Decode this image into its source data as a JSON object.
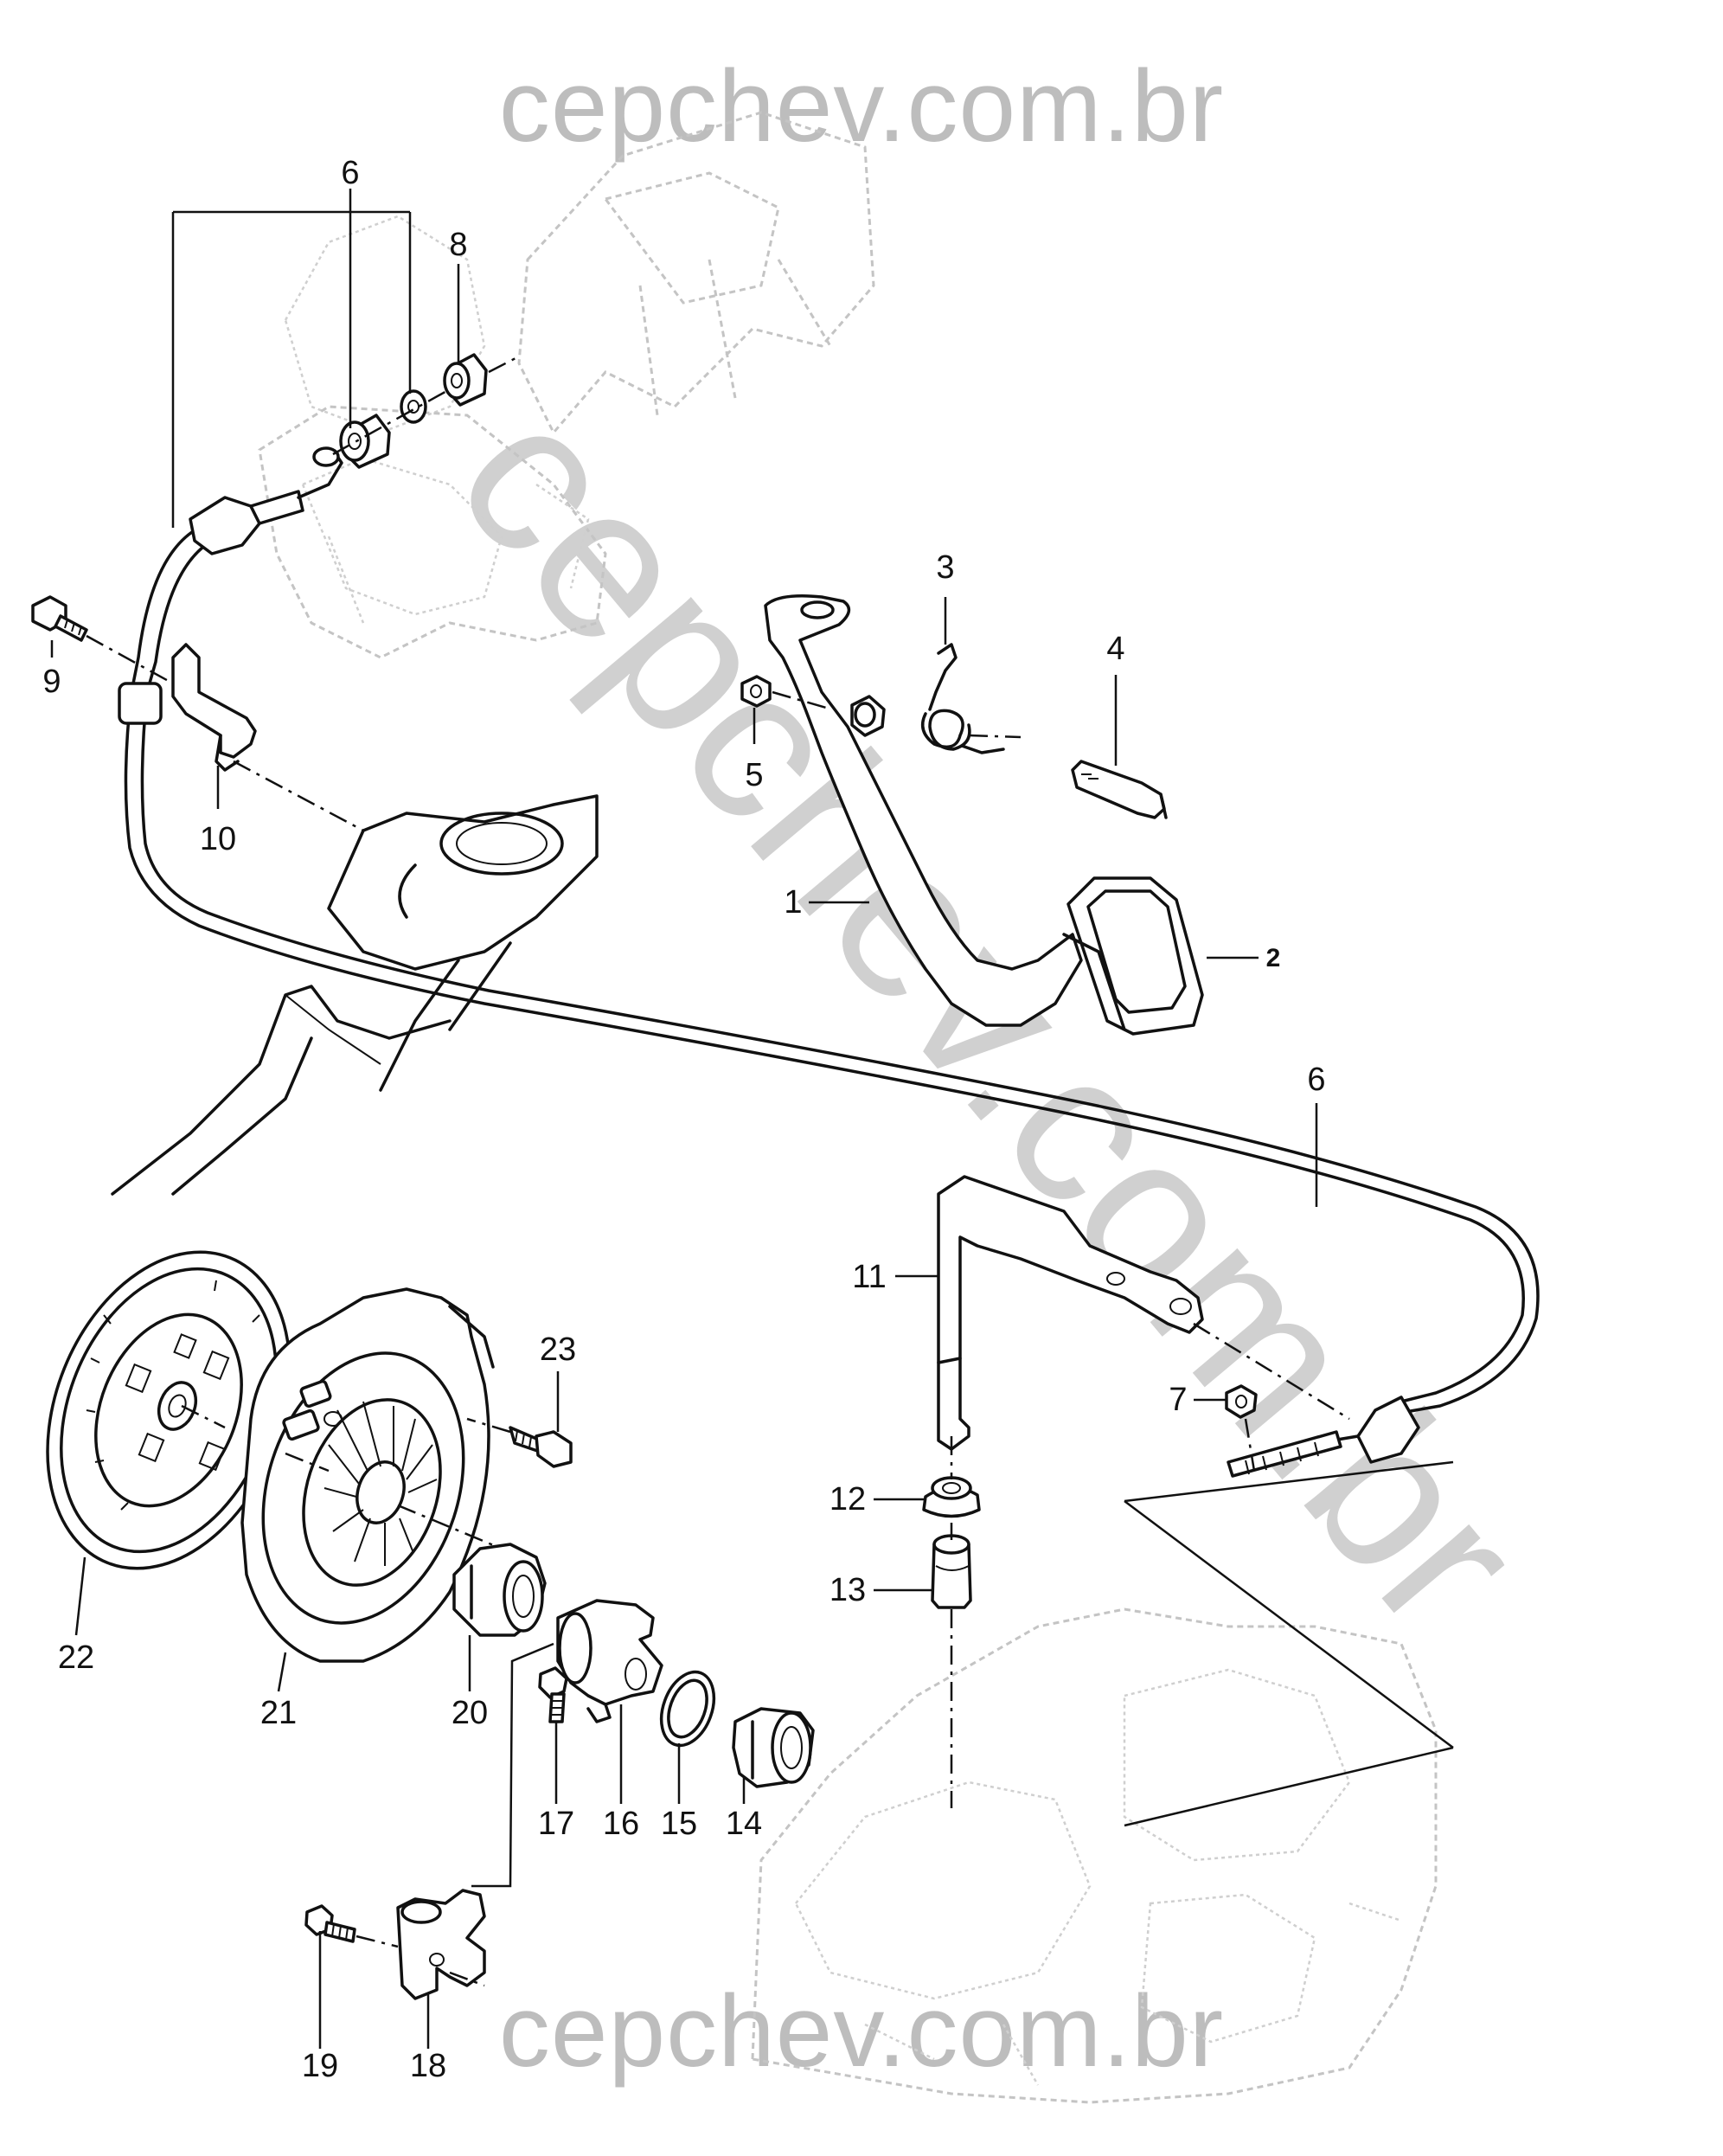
{
  "watermark": {
    "top": "cepchev.com.br",
    "bottom": "cepchev.com.br",
    "diagonal": "cepchev.com.br"
  },
  "callouts": {
    "c1": "1",
    "c2": "2",
    "c3": "3",
    "c4": "4",
    "c5": "5",
    "c6a": "6",
    "c6b": "6",
    "c7": "7",
    "c8": "8",
    "c9": "9",
    "c10": "10",
    "c11": "11",
    "c12": "12",
    "c13": "13",
    "c14": "14",
    "c15": "15",
    "c16": "16",
    "c17": "17",
    "c18": "18",
    "c19": "19",
    "c20": "20",
    "c21": "21",
    "c22": "22",
    "c23": "23"
  },
  "colors": {
    "line": "#111111",
    "ghost": "#c4c4c4",
    "watermark": "#bdbdbd"
  }
}
